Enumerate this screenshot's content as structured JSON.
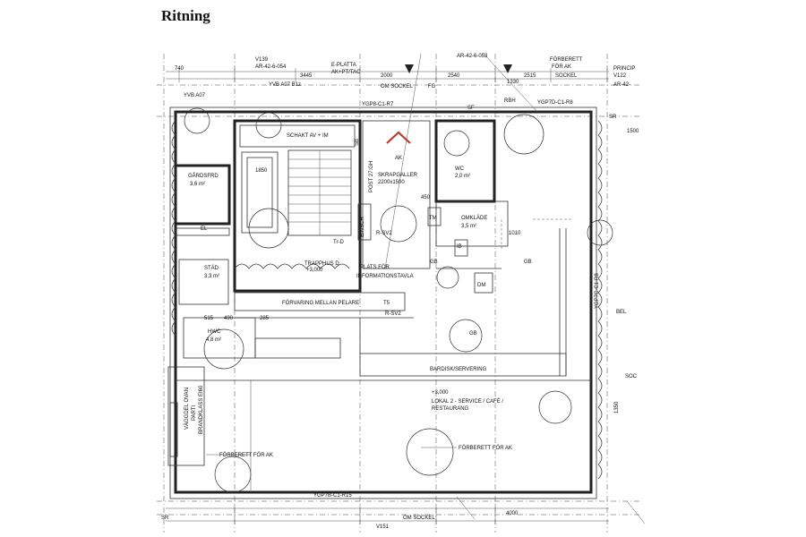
{
  "page": {
    "title": "Ritning"
  },
  "labels": {
    "schakt": "SCHAKT AV + IM",
    "gardsfrd": "GÅRDSFRD",
    "gardsfrd_area": "3,6 m²",
    "skrapgaller": "SKRAPGALLER",
    "skrapgaller_dim": "2200x1500",
    "post": "POST 27:GH",
    "ak": "AK",
    "wc": "WC",
    "wc_area": "2,0 m²",
    "omklade": "OMKLÄDE",
    "omklade_area": "3,5 m²",
    "einsch": "EINSCH",
    "trapphus": "TRAPPHUS D",
    "trapphus_level": "+3,000",
    "plats": "PLATS FÖR",
    "informationstavla": "INFORMATIONSTAVLA",
    "stad": "STÄD",
    "stad_area": "3,3 m²",
    "forvaring": "FÖRVARING MELLAN PELARE",
    "t5": "T5",
    "hwc": "HWC",
    "hwc_area": "4,8 m²",
    "gb": "GB",
    "bardisk": "BARDISK/SERVERING",
    "lokal_level": "+3,000",
    "lokal_line1": "LOKAL 2 - SERVICE / CAFÉ /",
    "lokal_line2": "RESTAURANG",
    "forberett_ak": "FÖRBERETT FÖR AK",
    "forberett_ak_top": "FÖRBERETT",
    "forberett_ak_top2": "FÖR AK",
    "vaggdel": "VÄGGDEL OVAN",
    "parti": "PARTI",
    "brandklass": "BRANDKLASS EI60",
    "el": "EL",
    "dm": "DM",
    "ib": "IB",
    "tm": "TM",
    "trd": "Tr-D",
    "rsv2": "R-SV2",
    "rsv2b": "R-SV2",
    "sb": "SB",
    "ygp_left": "YGP7B-C1-R15",
    "ygp_right": "YGP7C-C1-R8",
    "ygp_top": "YGP7D-C1-R8",
    "ygp_top2": "YGP8-C1-R7",
    "eplatta": "E-PLATTA",
    "eplatta2": "AK+PT/TAC",
    "v139": "V139",
    "ar_ref1": "AR-42-6-054",
    "ar_ref2": "AR-42-6-053",
    "ar_ref3": "AR-42-",
    "yvb1": "YVB A07 B1z",
    "yvb2": "YVB A07",
    "princip": "PRINCIP",
    "v122": "V122",
    "sockel": "SOCKEL",
    "om_sockel": "OM SOCKEL",
    "v151": "V151",
    "sr": "SR",
    "sf": "SF",
    "fg": "FG",
    "rbh": "RBH",
    "bel": "BEL",
    "soc": "SOC",
    "dim_740": "740",
    "dim_3445": "3445",
    "dim_2000": "2000",
    "dim_2540": "2540",
    "dim_2515": "2515",
    "dim_1330": "1330",
    "dim_1850": "1850",
    "dim_1500": "1500",
    "dim_1010": "1010",
    "dim_4000": "4000",
    "dim_1350": "1350",
    "dim_450": "450",
    "dim_515": "515",
    "dim_490": "490",
    "dim_285": "285"
  }
}
